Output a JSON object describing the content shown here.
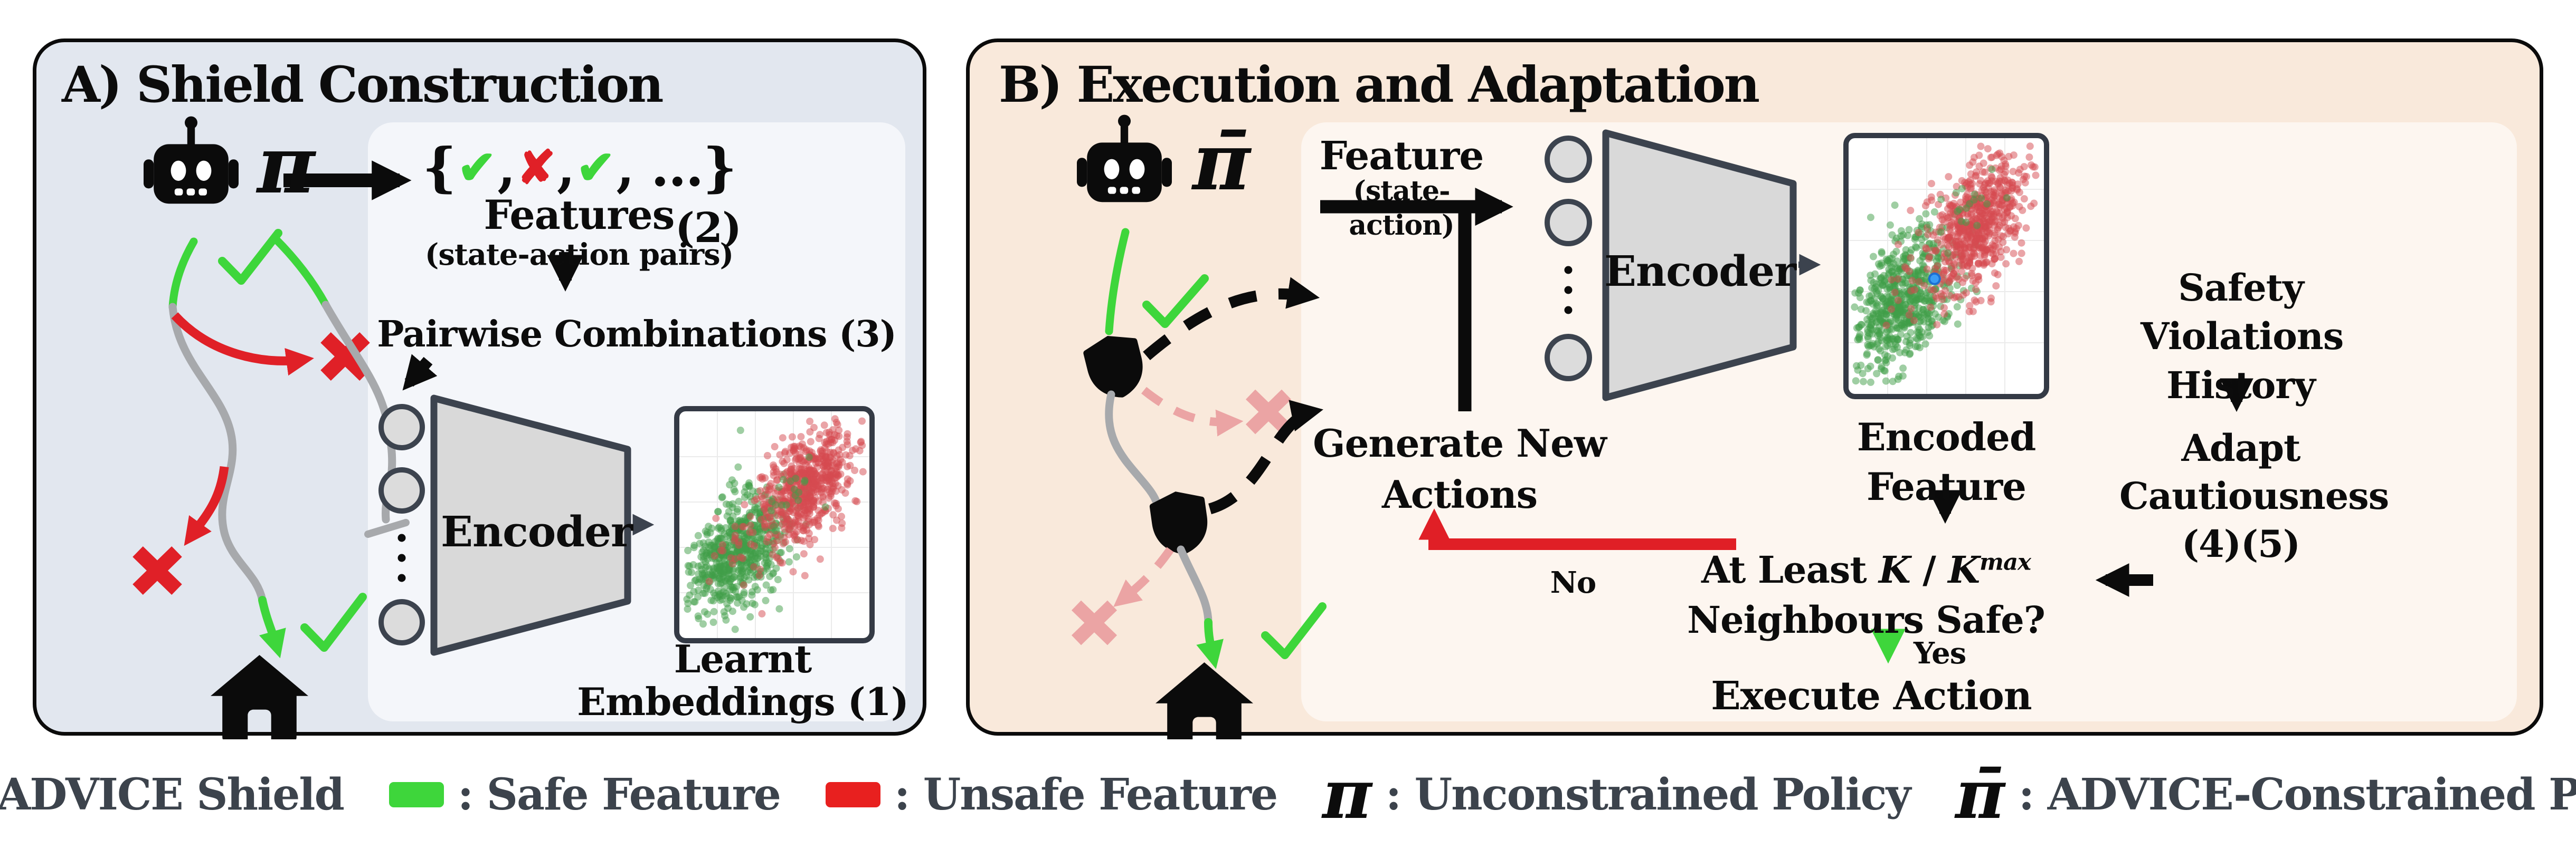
{
  "panelA": {
    "title": "A) Shield Construction",
    "policy_symbol": "π",
    "feature_set": [
      "{",
      "✔",
      ",",
      "✘",
      ",",
      "✔",
      ", ...}"
    ],
    "features_label": "Features",
    "features_sub": "(state-action pairs)",
    "features_eq_num": "(2)",
    "pairwise_label": "Pairwise Combinations (3)",
    "encoder_label": "Encoder",
    "embeddings_caption_line1": "Learnt",
    "embeddings_caption_line2": "Embeddings (1)"
  },
  "panelB": {
    "title": "B) Execution and Adaptation",
    "policy_symbol": "π̄",
    "feature_label": "Feature",
    "feature_sub": "(state-action)",
    "encoder_label": "Encoder",
    "encoded_caption_line1": "Encoded",
    "encoded_caption_line2": "Feature",
    "generate_line1": "Generate New",
    "generate_line2": "Actions",
    "question_prefix": "At Least ",
    "question_k1": "K",
    "question_slash": " / ",
    "question_k2": "K",
    "question_sup": "max",
    "question_line2": "Neighbours Safe?",
    "no_label": "No",
    "yes_label": "Yes",
    "execute_label": "Execute Action",
    "safety_lines": [
      "Safety",
      "Violations",
      "History"
    ],
    "adapt_lines": [
      "Adapt",
      "Cautiousness",
      "(4)(5)"
    ]
  },
  "legend": {
    "items": [
      {
        "icon": "shield-icon",
        "label": ": ADVICE Shield"
      },
      {
        "icon": "safe-feature-swatch",
        "label": ": Safe Feature",
        "color": "#3ed63b"
      },
      {
        "icon": "unsafe-feature-swatch",
        "label": ": Unsafe Feature",
        "color": "#e8201f"
      },
      {
        "icon": "pi-symbol",
        "symbol": "π",
        "label": ": Unconstrained Policy"
      },
      {
        "icon": "pi-bar-symbol",
        "symbol": "π̄",
        "label": ": ADVICE-Constrained Policy"
      }
    ]
  },
  "colors": {
    "panel_a_bg": "#e2e7ef",
    "panel_a_inner": "#f4f6fa",
    "panel_b_bg": "#f9e9db",
    "panel_b_inner": "#fdf6f0",
    "safe_green": "#3ed63b",
    "unsafe_red": "#e02027",
    "faded_unsafe_pink": "#eba4a4",
    "trajectory_gray": "#a7a9ac",
    "encoder_fill": "#d9d9d9",
    "encoder_stroke": "#3c434e",
    "scatter_green": "#3f9e47",
    "scatter_red": "#d6494f",
    "highlight_blue": "#3b9df5",
    "legend_text": "#3c434c"
  },
  "chart_data": [
    {
      "id": "learnt_embeddings",
      "type": "scatter",
      "title": "Learnt Embeddings (1)",
      "xlabel": "",
      "ylabel": "",
      "axes_visible": false,
      "grid": true,
      "series": [
        {
          "name": "safe-embeddings",
          "color": "#3f9e47",
          "opacity": 0.5,
          "n": 620,
          "center": [
            0.3,
            0.63
          ],
          "std": [
            0.115,
            0.135
          ],
          "tilt": 0.06,
          "seed": 11,
          "r": 7
        },
        {
          "name": "unsafe-embeddings",
          "color": "#d6494f",
          "opacity": 0.5,
          "n": 620,
          "center": [
            0.67,
            0.33
          ],
          "std": [
            0.115,
            0.135
          ],
          "tilt": 0.06,
          "seed": 21,
          "r": 7
        },
        {
          "name": "safe-strays",
          "color": "#3f9e47",
          "opacity": 0.5,
          "n": 20,
          "center": [
            0.58,
            0.32
          ],
          "std": [
            0.1,
            0.1
          ],
          "tilt": 0,
          "seed": 31,
          "r": 7
        },
        {
          "name": "unsafe-strays",
          "color": "#d6494f",
          "opacity": 0.5,
          "n": 20,
          "center": [
            0.35,
            0.6
          ],
          "std": [
            0.1,
            0.1
          ],
          "tilt": 0,
          "seed": 41,
          "r": 7
        }
      ]
    },
    {
      "id": "encoded_feature",
      "type": "scatter",
      "title": "Encoded Feature",
      "xlabel": "",
      "ylabel": "",
      "axes_visible": false,
      "grid": true,
      "series": [
        {
          "name": "safe-embeddings",
          "color": "#3f9e47",
          "opacity": 0.5,
          "n": 620,
          "center": [
            0.28,
            0.62
          ],
          "std": [
            0.115,
            0.135
          ],
          "tilt": 0.06,
          "seed": 51,
          "r": 7
        },
        {
          "name": "unsafe-embeddings",
          "color": "#d6494f",
          "opacity": 0.5,
          "n": 620,
          "center": [
            0.66,
            0.33
          ],
          "std": [
            0.115,
            0.135
          ],
          "tilt": 0.06,
          "seed": 61,
          "r": 7
        },
        {
          "name": "safe-strays",
          "color": "#3f9e47",
          "opacity": 0.5,
          "n": 20,
          "center": [
            0.58,
            0.3
          ],
          "std": [
            0.1,
            0.1
          ],
          "tilt": 0,
          "seed": 71,
          "r": 7
        },
        {
          "name": "unsafe-strays",
          "color": "#d6494f",
          "opacity": 0.5,
          "n": 20,
          "center": [
            0.34,
            0.6
          ],
          "std": [
            0.1,
            0.1
          ],
          "tilt": 0,
          "seed": 81,
          "r": 7
        }
      ],
      "highlight_point": {
        "x": 0.44,
        "y": 0.55,
        "color": "#3b9df5"
      }
    }
  ]
}
